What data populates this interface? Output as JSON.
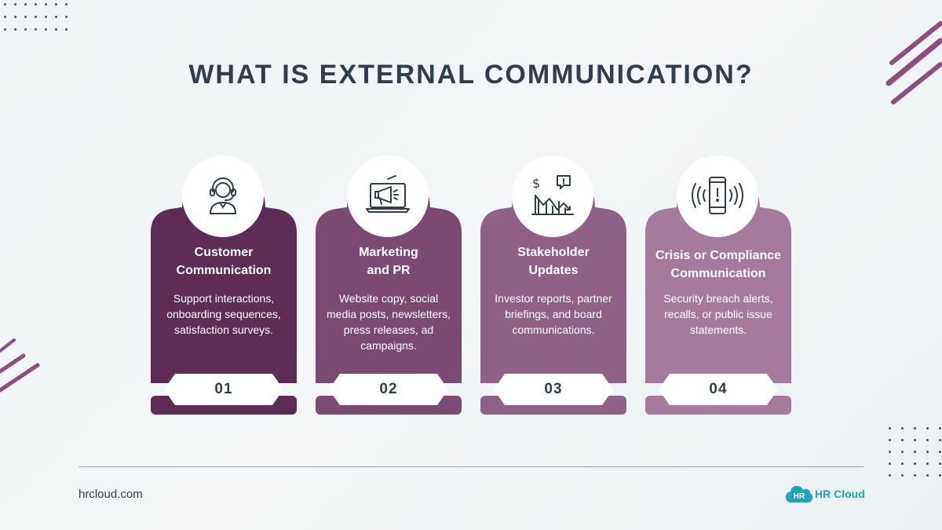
{
  "title": "WHAT IS EXTERNAL COMMUNICATION?",
  "cards": [
    {
      "title_line1": "Customer",
      "title_line2": "Communication",
      "description": "Support interactions, onboarding sequences, satisfaction surveys.",
      "number": "01",
      "icon": "customer-support-headset-icon",
      "color": "#5e2d55",
      "tag_color": "#5e2d55"
    },
    {
      "title_line1": "Marketing",
      "title_line2": "and PR",
      "description": "Website copy, social media posts, newsletters, press releases, ad campaigns.",
      "number": "02",
      "icon": "megaphone-laptop-icon",
      "color": "#7a4a72",
      "tag_color": "#7a4a72"
    },
    {
      "title_line1": "Stakeholder",
      "title_line2": "Updates",
      "description": "Investor reports, partner briefings, and board communications.",
      "number": "03",
      "icon": "investor-chart-icon",
      "color": "#8f6187",
      "tag_color": "#8f6187"
    },
    {
      "title_line1": "Crisis or Compliance",
      "title_line2": "Communication",
      "description": "Security breach alerts, recalls, or public issue statements.",
      "number": "04",
      "icon": "phone-alert-icon",
      "color": "#a47b9c",
      "tag_color": "#a47b9c"
    }
  ],
  "footer": {
    "url": "hrcloud.com",
    "logo_badge": "HR",
    "logo_text": "HR Cloud"
  },
  "colors": {
    "title": "#2f3e4a",
    "accent_teal": "#1ca6b8",
    "decor_stroke": "#8a4f7d"
  }
}
